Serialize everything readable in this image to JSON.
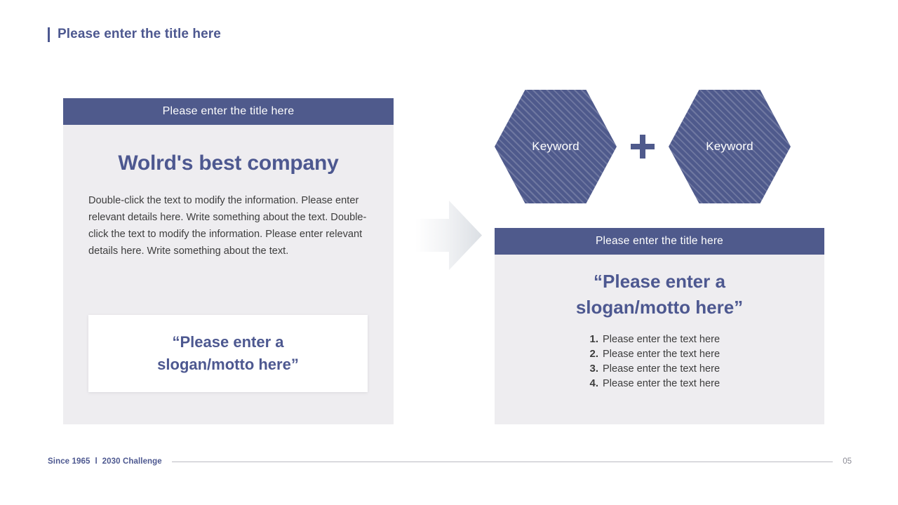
{
  "slide": {
    "title": "Please enter the title here",
    "accent_color": "#4d5890",
    "header_bar_color": "#4f5a8c",
    "panel_bg_color": "#eeedf0"
  },
  "left_panel": {
    "header": "Please enter the title here",
    "heading": "Wolrd's best company",
    "body": "Double-click the text to modify the information. Please enter relevant details here. Write something about the text. Double-click the text to modify the information. Please enter relevant details here. Write something about the text.",
    "slogan_line1": "“Please enter a",
    "slogan_line2": "slogan/motto here”"
  },
  "center": {
    "arrow_icon": "arrow-right-icon"
  },
  "hexagons": {
    "left_label": "Keyword",
    "right_label": "Keyword",
    "connector_icon": "plus-icon"
  },
  "right_panel": {
    "header": "Please enter the title here",
    "slogan_line1": "“Please enter a",
    "slogan_line2": "slogan/motto here”",
    "list": [
      {
        "number": "1.",
        "text": "Please enter the text here"
      },
      {
        "number": "2.",
        "text": "Please enter the text here"
      },
      {
        "number": "3.",
        "text": "Please enter the text here"
      },
      {
        "number": "4.",
        "text": "Please enter the text here"
      }
    ]
  },
  "footer": {
    "since": "Since 1965",
    "separator": "l",
    "challenge": "2030 Challenge",
    "page_number": "05"
  }
}
